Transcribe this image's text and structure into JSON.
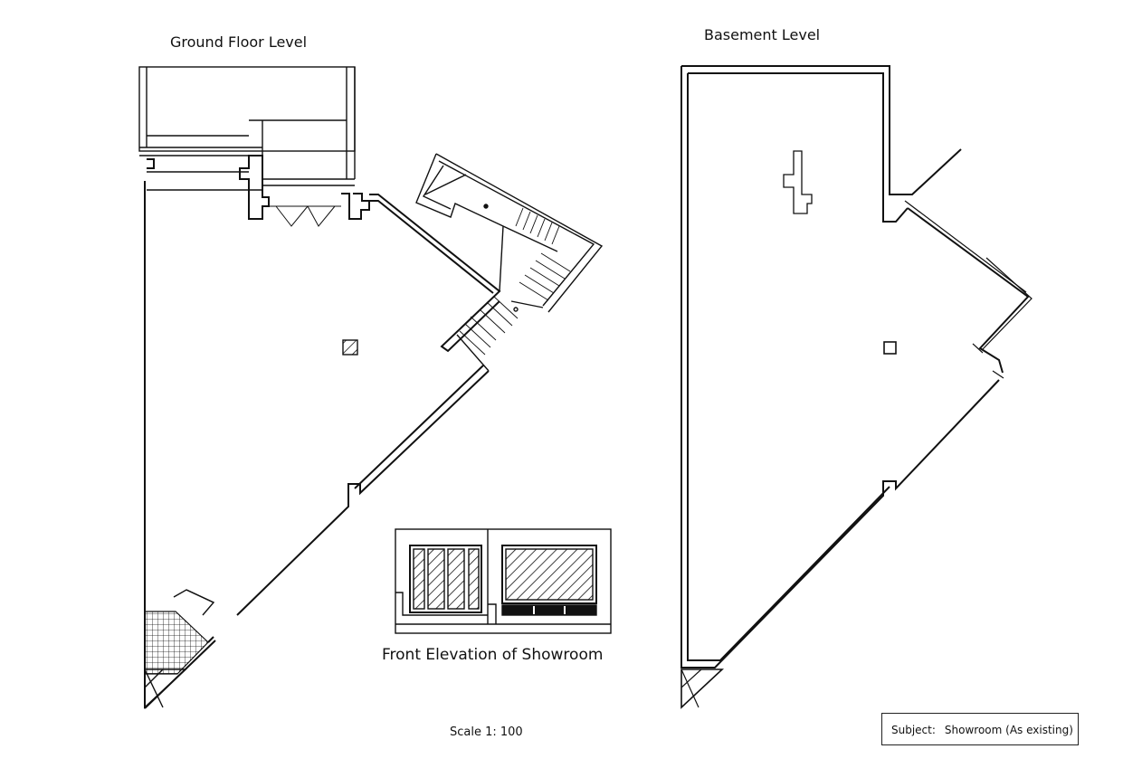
{
  "drawing": {
    "ground_floor_title": "Ground Floor Level",
    "basement_title": "Basement Level",
    "elevation_title": "Front Elevation of Showroom",
    "scale": "Scale 1: 100",
    "subject_label": "Subject:",
    "subject_value": "Showroom (As existing)"
  },
  "colors": {
    "line": "#111111",
    "background": "#ffffff"
  }
}
